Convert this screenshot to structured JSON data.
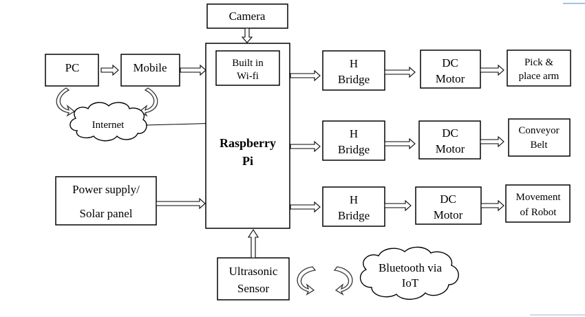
{
  "blocks": {
    "camera": "Camera",
    "pc": "PC",
    "mobile": "Mobile",
    "wifi": [
      "Built in",
      "Wi-fi"
    ],
    "internet": "Internet",
    "raspberry": [
      "Raspberry",
      "Pi"
    ],
    "power": [
      "Power supply/",
      "Solar panel"
    ],
    "ultrasonic": [
      "Ultrasonic",
      "Sensor"
    ],
    "bluetooth": [
      "Bluetooth via",
      "IoT"
    ],
    "hbridge": [
      "H",
      "Bridge"
    ],
    "dcmotor": [
      "DC",
      "Motor"
    ],
    "output1": [
      "Pick &",
      "place arm"
    ],
    "output2": [
      "Conveyor",
      "Belt"
    ],
    "output3": [
      "Movement",
      "of Robot"
    ]
  }
}
